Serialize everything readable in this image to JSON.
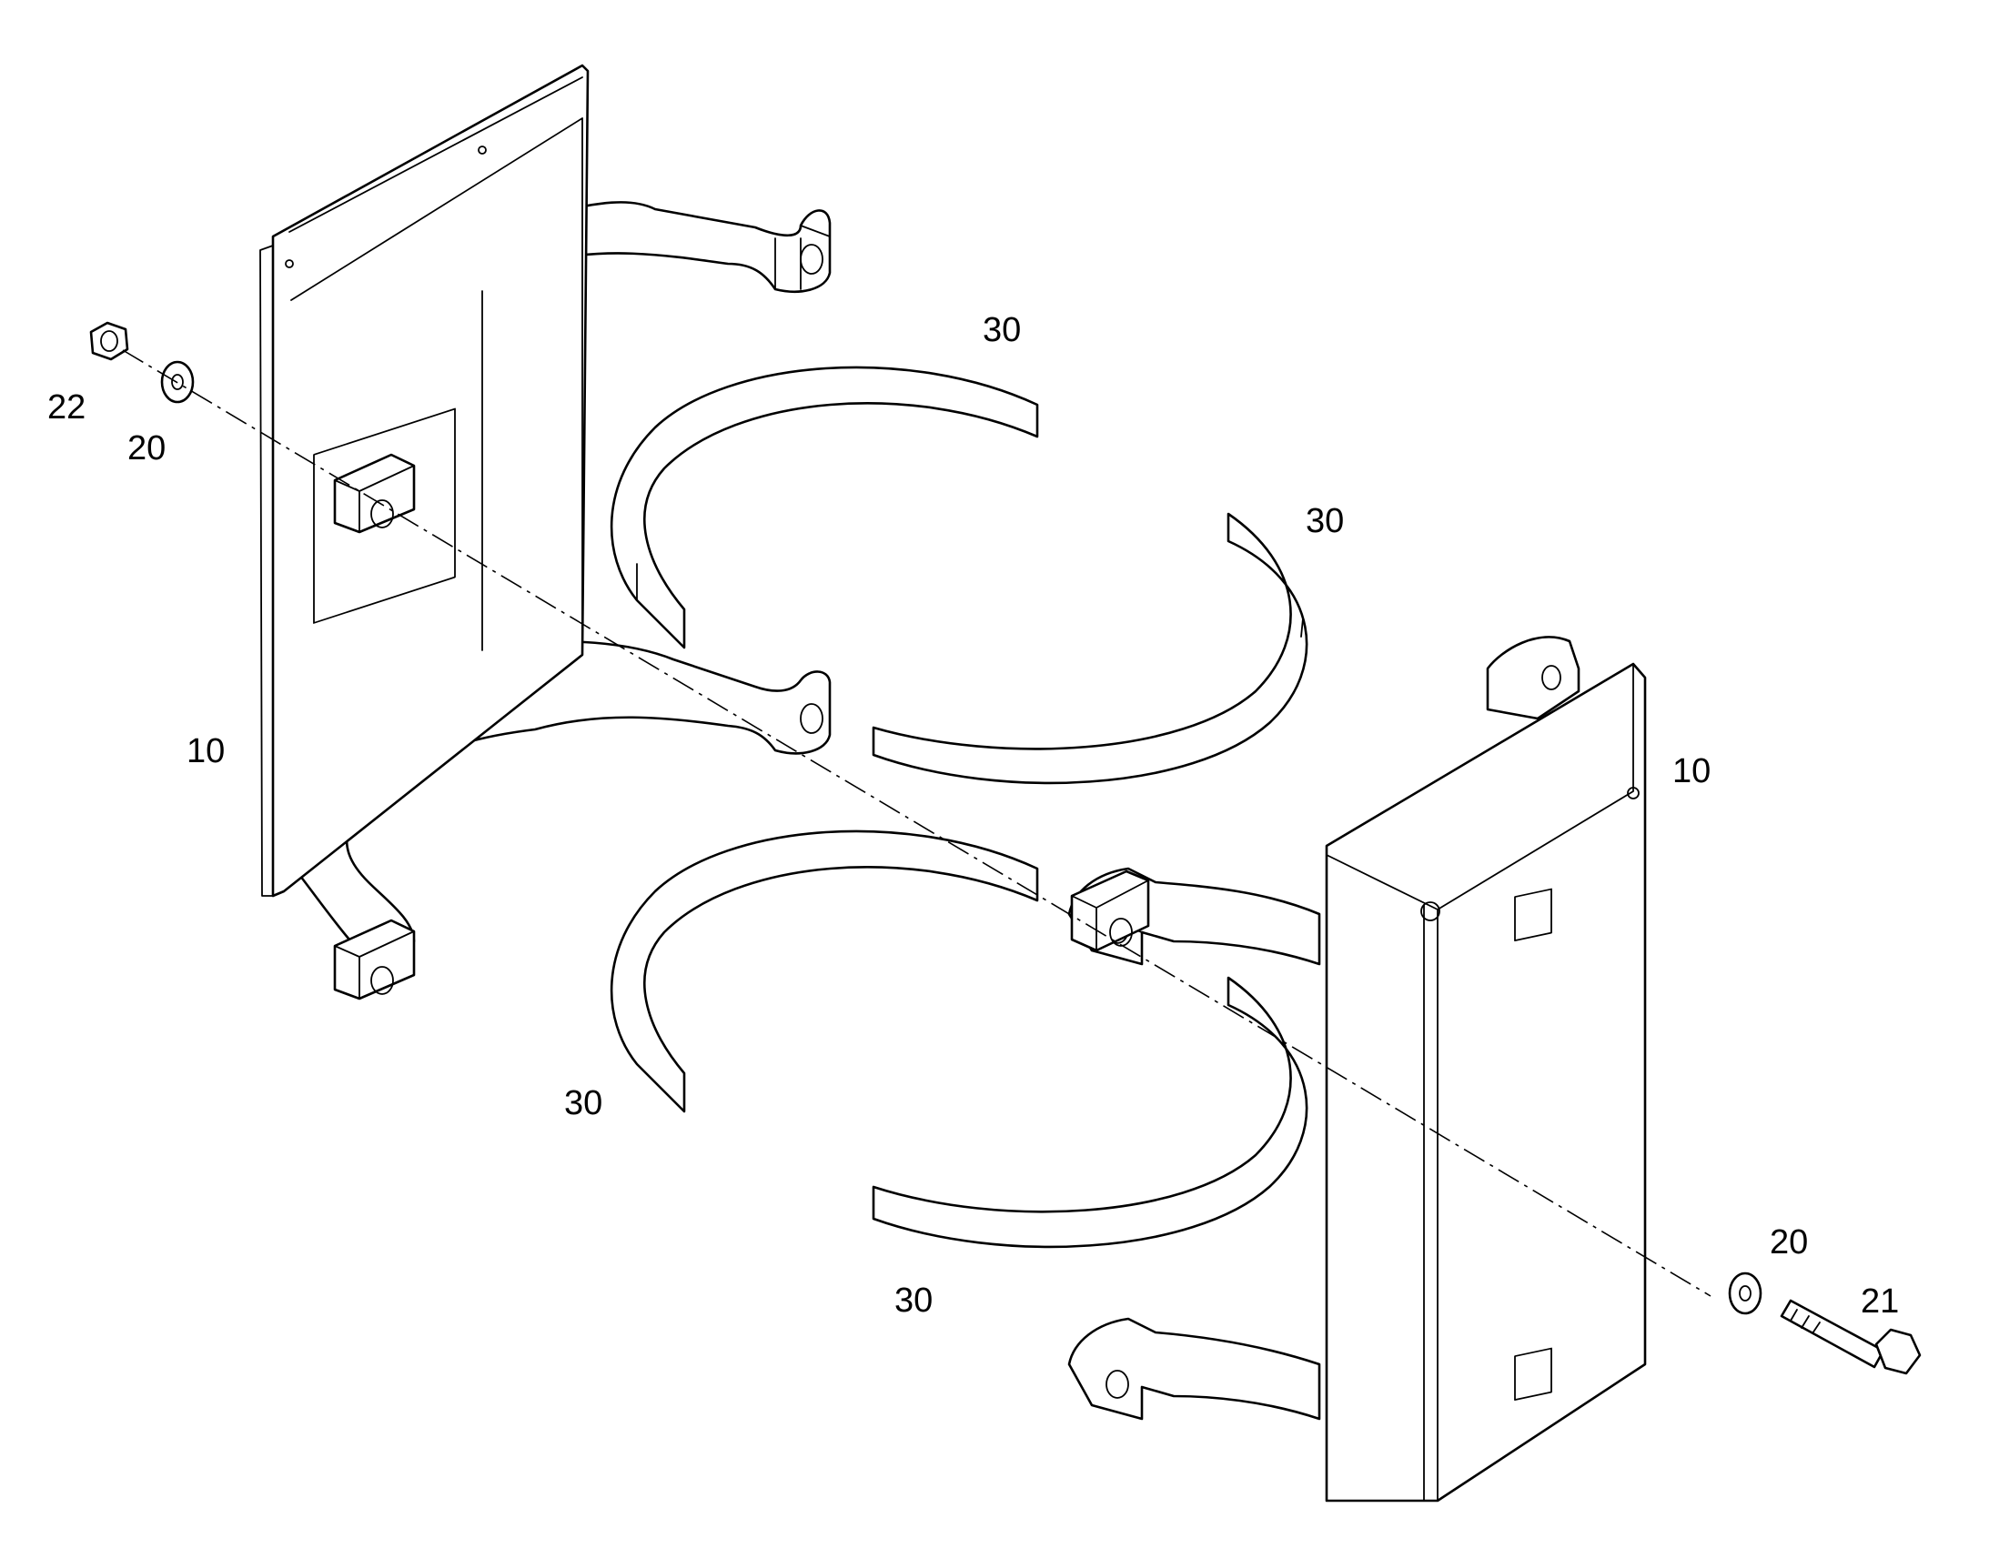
{
  "diagram": {
    "kind": "exploded assembly",
    "line_color": "#000000",
    "background": "#ffffff"
  },
  "callouts": {
    "bracket_left": "10",
    "bracket_right": "10",
    "strap_top_left": "30",
    "strap_top_right": "30",
    "strap_bottom_left": "30",
    "strap_bottom_right": "30",
    "nut": "22",
    "washer_left": "20",
    "washer_right": "20",
    "bolt": "21"
  }
}
